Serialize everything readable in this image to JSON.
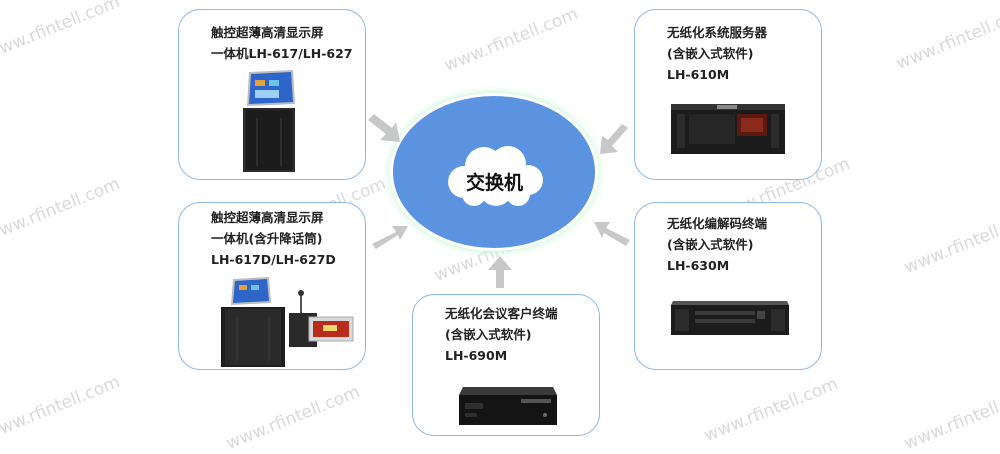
{
  "watermark": "www.rfintell.com",
  "center": {
    "label": "交换机"
  },
  "nodes": {
    "touch_617": {
      "lines": [
        "触控超薄高清显示屏",
        "一体机LH-617/LH-627"
      ]
    },
    "touch_617d": {
      "lines": [
        "触控超薄高清显示屏",
        "一体机(含升降话筒)",
        "LH-617D/LH-627D"
      ]
    },
    "server_610": {
      "lines": [
        "无纸化系统服务器",
        "(含嵌入式软件)",
        "LH-610M"
      ]
    },
    "codec_630": {
      "lines": [
        "无纸化编解码终端",
        "(含嵌入式软件)",
        "LH-630M"
      ]
    },
    "client_690": {
      "lines": [
        "无纸化会议客户终端",
        "(含嵌入式软件)",
        "LH-690M"
      ]
    }
  },
  "colors": {
    "card_border": "#8fb6e6",
    "core_fill": "#5b93e0",
    "core_glow": "#c8f0d8",
    "arrow": "#c8c8c8"
  }
}
